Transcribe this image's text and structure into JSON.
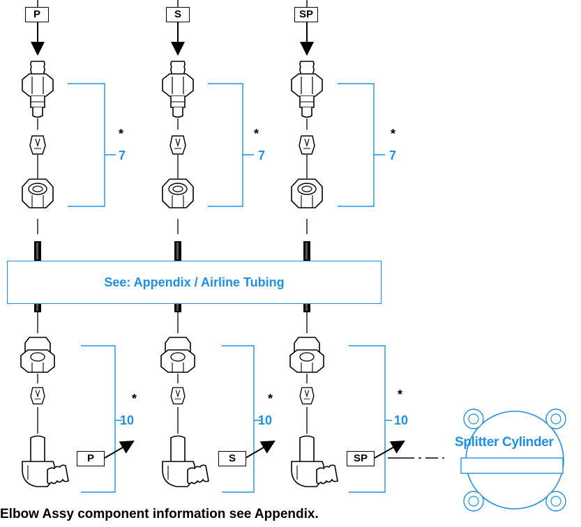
{
  "columns": [
    {
      "id": "p",
      "top_tag": "P",
      "bottom_tag": "P",
      "upper_kit_number": "7",
      "lower_kit_number": "10",
      "asterisk": "*"
    },
    {
      "id": "s",
      "top_tag": "S",
      "bottom_tag": "S",
      "upper_kit_number": "7",
      "lower_kit_number": "10",
      "asterisk": "*"
    },
    {
      "id": "sp",
      "top_tag": "SP",
      "bottom_tag": "SP",
      "upper_kit_number": "7",
      "lower_kit_number": "10",
      "asterisk": "*"
    }
  ],
  "appendix_box": {
    "text": "See: Appendix / Airline Tubing"
  },
  "splitter": {
    "label": "Splitter Cylinder"
  },
  "footer_note": "Elbow Assy component information see Appendix.",
  "colors": {
    "accent": "#1f8fe6",
    "line": "#000000"
  },
  "icons": [
    "down-arrow-icon",
    "barbed-fitting-icon",
    "ferrule-icon",
    "hex-nut-icon",
    "tube-icon",
    "elbow-fitting-icon",
    "diagonal-arrow-icon",
    "splitter-cylinder-icon"
  ]
}
